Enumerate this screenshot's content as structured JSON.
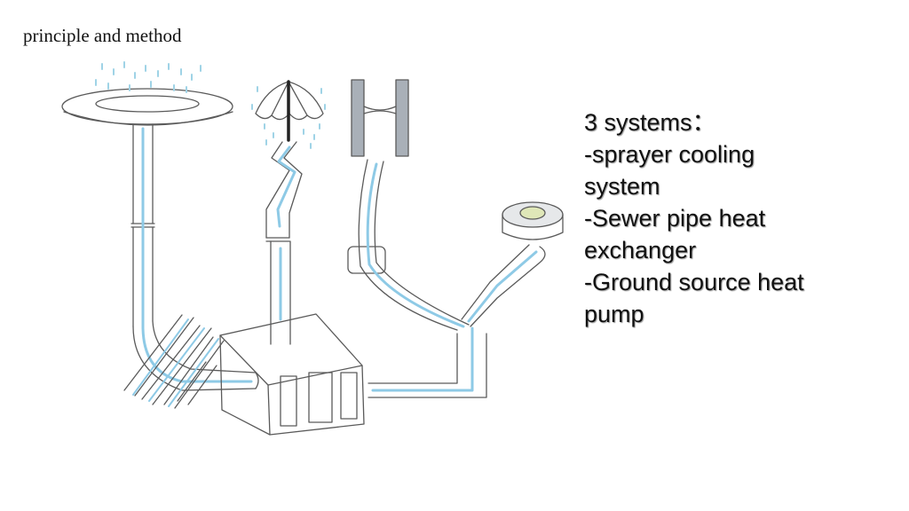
{
  "slide": {
    "title": "principle and method",
    "systems_text": [
      "3 systems：",
      "-sprayer cooling",
      "system",
      "-Sewer pipe heat",
      "exchanger",
      "-Ground source heat",
      "pump"
    ]
  },
  "colors": {
    "sketch_line": "#5a5a5a",
    "water_flow": "#8ecae6",
    "spray_drops": "#9fd3e6",
    "panel_gray": "#a9b0b8"
  }
}
